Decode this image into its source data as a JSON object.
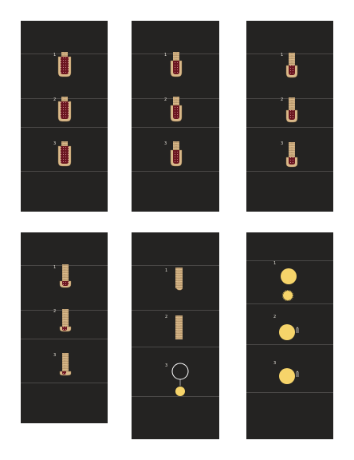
{
  "colors": {
    "panel": "#242322",
    "rule": "#4a4847",
    "brick": "#d9b98a",
    "brick_edge": "#8a6a44",
    "cavity": "#6b1620",
    "dot": "#e2a0a8",
    "yellow": "#f6d46a",
    "white": "#ffffff"
  },
  "panels": [
    {
      "labels": [
        "1",
        "2",
        "3"
      ]
    },
    {
      "labels": [
        "1",
        "2",
        "3"
      ]
    },
    {
      "labels": [
        "1",
        "2",
        "3"
      ]
    },
    {
      "labels": [
        "1",
        "2",
        "3"
      ]
    },
    {
      "labels": [
        "1",
        "2",
        "3"
      ]
    },
    {
      "labels": [
        "1",
        "2",
        "3"
      ]
    }
  ]
}
